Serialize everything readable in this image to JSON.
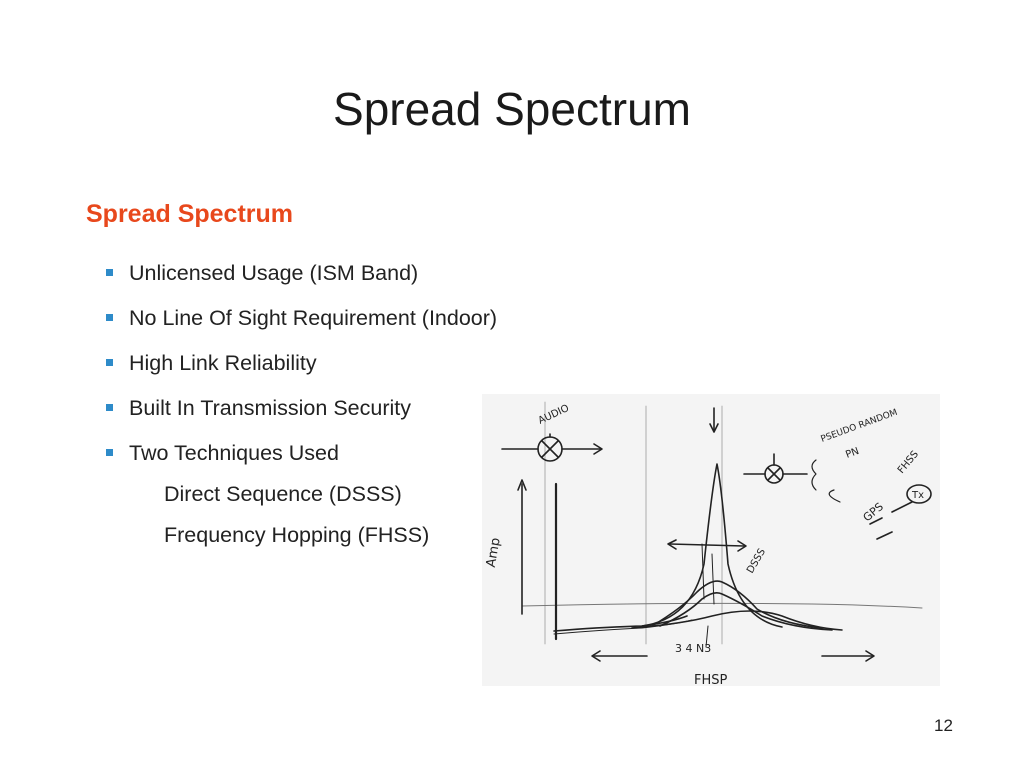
{
  "slide": {
    "title": "Spread Spectrum",
    "page_number": "12"
  },
  "content": {
    "heading": "Spread Spectrum",
    "accent_color": "#e8481c",
    "bullet_color": "#2e8bc9",
    "bullets": [
      "Unlicensed Usage (ISM Band)",
      "No Line Of Sight Requirement (Indoor)",
      "High Link Reliability",
      "Built In Transmission Security",
      "Two Techniques Used"
    ],
    "sub_items": [
      "Direct Sequence (DSSS)",
      "Frequency Hopping (FHSS)"
    ]
  },
  "sketch": {
    "description_icon": "hand-drawn-spectrum-sketch",
    "labels": {
      "amp": "Amp",
      "audio": "AUDIO",
      "fhsp": "FHSP",
      "freq": "3 4 N3",
      "dsss": "DSSS",
      "fhss": "FHSS",
      "gps": "GPS",
      "tx": "Tx",
      "pn": "PN",
      "pseudo": "PSEUDO RANDOM"
    }
  }
}
